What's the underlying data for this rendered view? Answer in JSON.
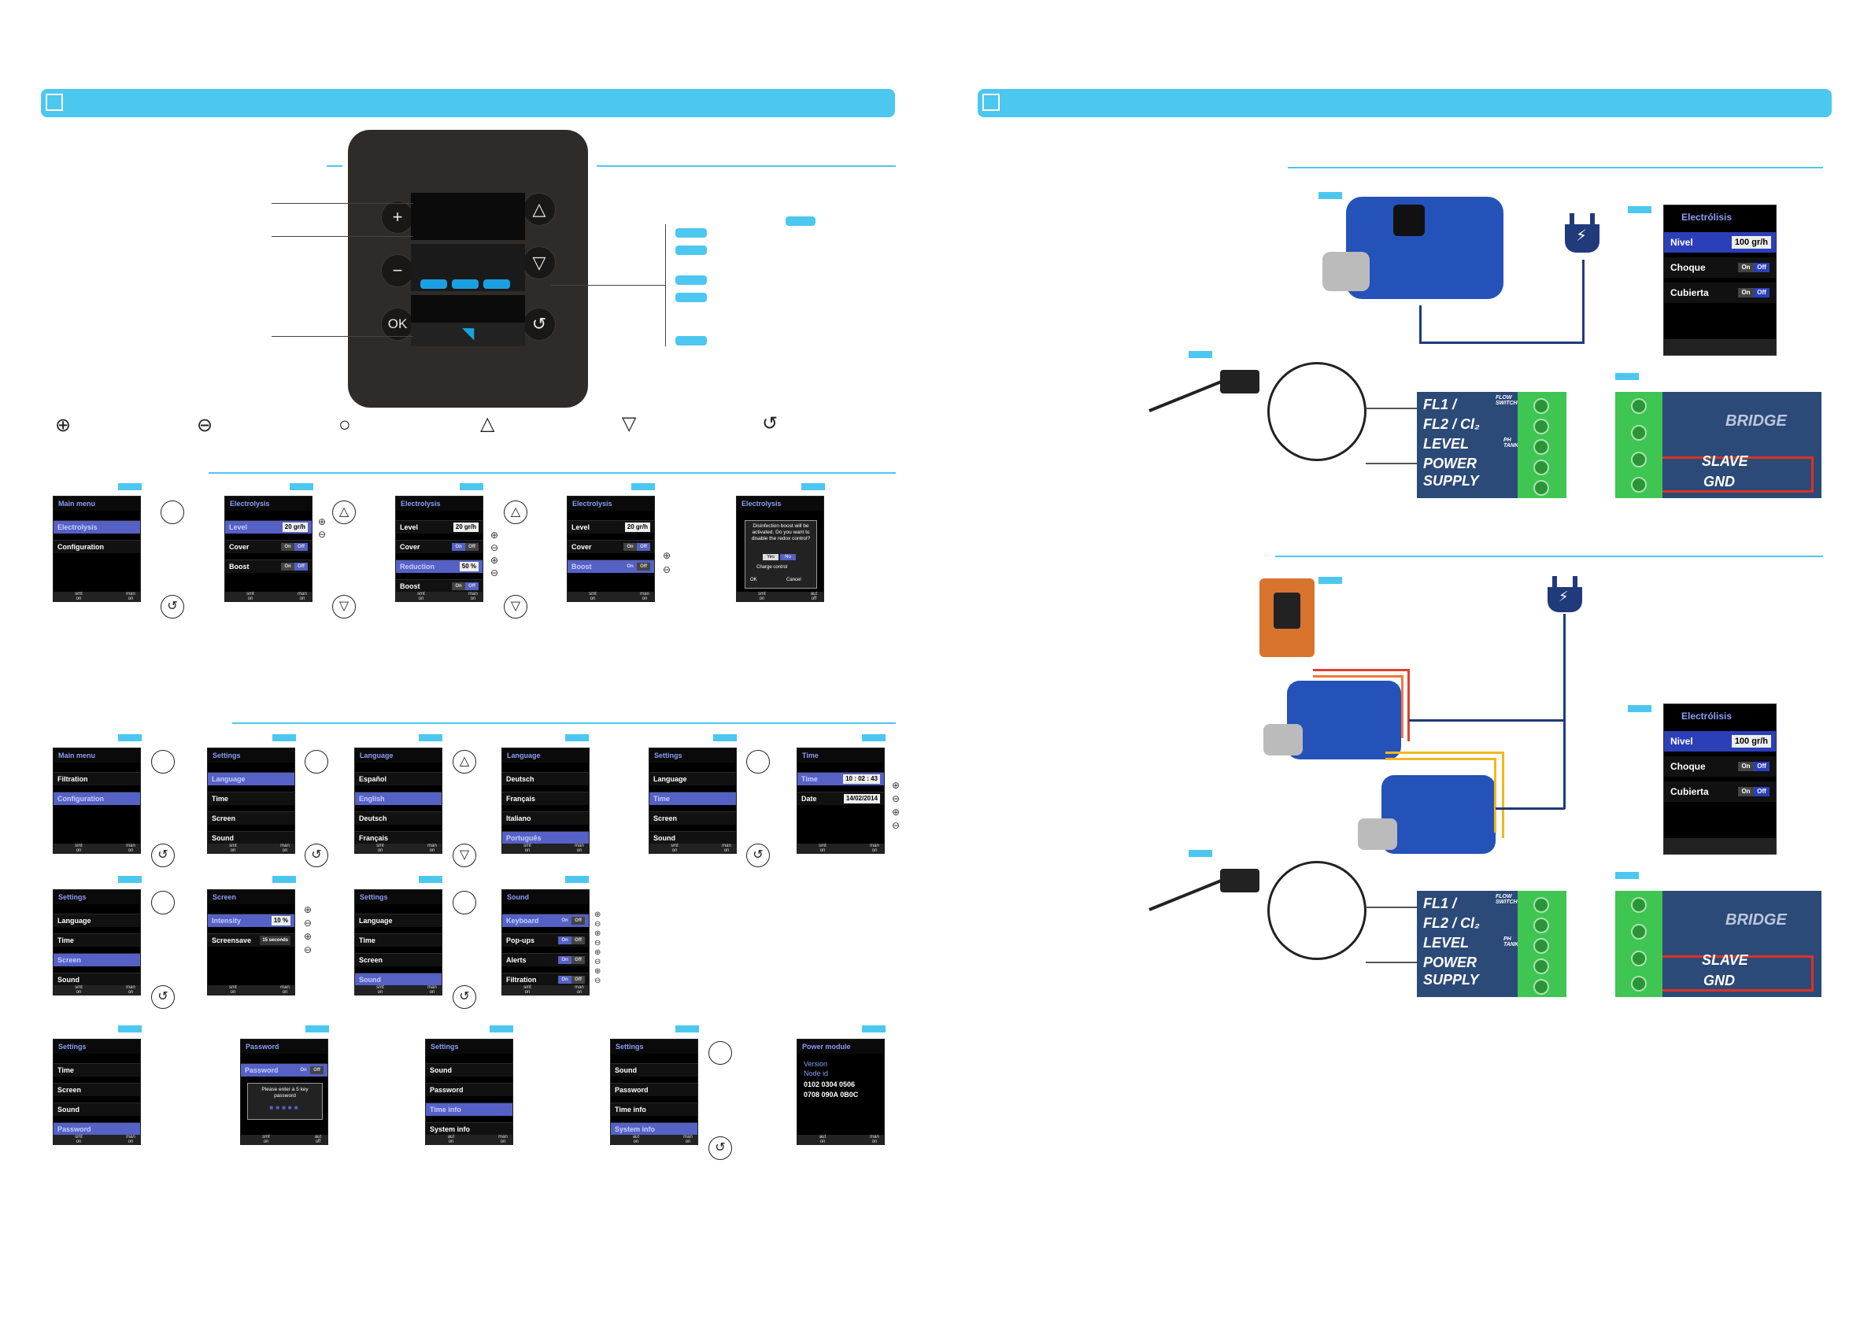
{
  "device": {
    "keys": {
      "plus": "+",
      "minus": "−",
      "ok": "OK",
      "up": "△",
      "down": "▽",
      "back": "↺"
    }
  },
  "legend_symbols": [
    "⊕",
    "⊖",
    "○",
    "△",
    "▽",
    "↺"
  ],
  "row1": {
    "main_menu": {
      "title": "Main menu",
      "items": [
        "Electrolysis",
        "Configuration"
      ]
    },
    "electrolysis": {
      "title": "Electrolysis",
      "level_label": "Level",
      "level_value": "20 gr/h",
      "cover_label": "Cover",
      "boost_label": "Boost",
      "on": "On",
      "off": "Off"
    },
    "electrolysis_reduction": {
      "title": "Electrolysis",
      "level_label": "Level",
      "level_value": "20 gr/h",
      "cover_label": "Cover",
      "reduction_label": "Reduction",
      "reduction_value": "50 %",
      "boost_label": "Boost",
      "on": "On",
      "off": "Off"
    },
    "electrolysis_boost": {
      "title": "Electrolysis",
      "level_label": "Level",
      "level_value": "20 gr/h",
      "cover_label": "Cover",
      "boost_label": "Boost",
      "on": "On",
      "off": "Off"
    },
    "electrolysis_popup": {
      "title": "Electrolysis",
      "popup_text": "Disinfection boost will be activated. Do you want to disable the redox control?",
      "yes": "Yes",
      "no": "No",
      "charge_control": "Charge control",
      "ok": "OK",
      "cancel": "Cancel"
    },
    "footer": {
      "a": "smt",
      "a2": "on",
      "b": "man",
      "b2": "on",
      "c": "aut",
      "c2": "off"
    }
  },
  "row2": {
    "main_menu": {
      "title": "Main menu",
      "items": [
        "Filtration",
        "Configuration"
      ]
    },
    "settings": {
      "title": "Settings",
      "items": [
        "Language",
        "Time",
        "Screen",
        "Sound"
      ]
    },
    "language": {
      "title": "Language",
      "items": [
        "Español",
        "English",
        "Deutsch",
        "Français"
      ]
    },
    "language2": {
      "title": "Language",
      "items": [
        "Deutsch",
        "Français",
        "Italiano",
        "Português"
      ]
    },
    "settings_time": {
      "title": "Settings",
      "items": [
        "Language",
        "Time",
        "Screen",
        "Sound"
      ]
    },
    "time": {
      "title": "Time",
      "time_label": "Time",
      "time_value": "10 : 02 : 43",
      "date_label": "Date",
      "date_value": "14/02/2014"
    }
  },
  "row3": {
    "settings_screen": {
      "title": "Settings",
      "items": [
        "Language",
        "Time",
        "Screen",
        "Sound"
      ]
    },
    "screen": {
      "title": "Screen",
      "intensity_label": "Intensity",
      "intensity_value": "10 %",
      "saver_label": "Screensave",
      "saver_value": "15 seconds"
    },
    "settings_sound": {
      "title": "Settings",
      "items": [
        "Language",
        "Time",
        "Screen",
        "Sound"
      ]
    },
    "sound": {
      "title": "Sound",
      "items": [
        "Keyboard",
        "Pop-ups",
        "Alerts",
        "Filtration"
      ],
      "on": "On",
      "off": "Off"
    }
  },
  "row4": {
    "settings_password": {
      "title": "Settings",
      "items": [
        "Time",
        "Screen",
        "Sound",
        "Password"
      ]
    },
    "password": {
      "title": "Password",
      "label": "Password",
      "on": "On",
      "off": "Off",
      "prompt": "Please enter a 5 key password"
    },
    "settings_info": {
      "title": "Settings",
      "items": [
        "Sound",
        "Password",
        "Time info",
        "System info"
      ]
    },
    "settings_info2": {
      "title": "Settings",
      "items": [
        "Sound",
        "Password",
        "Time info",
        "System info"
      ]
    },
    "power_module": {
      "title": "Power module",
      "version_label": "Version",
      "node_label": "Node id",
      "line1": "0102 0304 0506",
      "line2": "0708 090A 0B0C"
    }
  },
  "right": {
    "terminal_labels": [
      "FL1 /",
      "FL2 / Cl₂",
      "LEVEL",
      "POWER",
      "SUPPLY"
    ],
    "terminal_small": [
      "FLOW SWITCH",
      "PH TANK"
    ],
    "bridge_label": "BRIDGE",
    "slave_label": "SLAVE",
    "gnd_label": "GND",
    "screen": {
      "title": "Electrólisis",
      "nivel_label": "Nivel",
      "nivel_value": "100 gr/h",
      "choque_label": "Choque",
      "cubierta_label": "Cubierta",
      "on": "On",
      "off": "Off"
    }
  },
  "colors": {
    "accent": "#4cc7f0",
    "device": "#2e2b29",
    "selection": "#5561c4",
    "terminal_green": "#3fc552"
  }
}
